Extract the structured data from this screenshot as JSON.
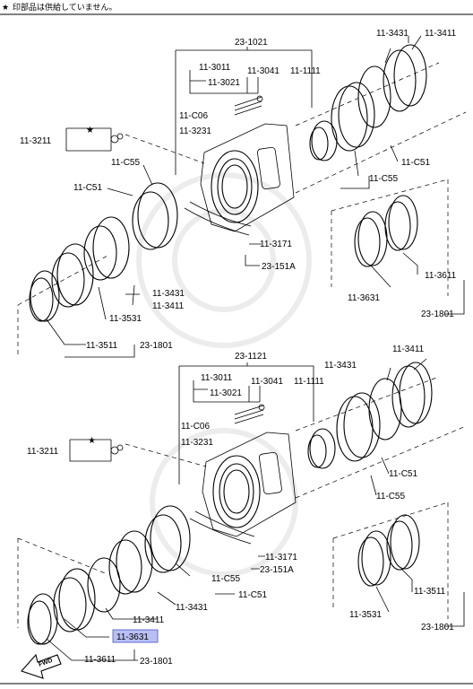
{
  "header": {
    "star_note": "印部品は供給していません。"
  },
  "colors": {
    "highlight_fill": "#b9bff2",
    "highlight_stroke": "#4a56c8",
    "rule": "#000000"
  },
  "upper": {
    "housing": "23-1021",
    "p3011": "11-3011",
    "p3041": "11-3041",
    "p3021": "11-3021",
    "p1111": "11-1111",
    "pC06": "11-C06",
    "p3231": "11-3231",
    "p3211": "11-3211",
    "pC55_left": "11-C55",
    "pC51_left": "11-C51",
    "p3171": "11-3171",
    "p151A": "23-151A",
    "p3431_left": "11-3431",
    "p3411_left": "11-3411",
    "p3531": "11-3531",
    "p3511": "11-3511",
    "p1801_left": "23-1801",
    "p3431_right": "11-3431",
    "p3411_right": "11-3411",
    "pC51_right": "11-C51",
    "pC55_right": "11-C55",
    "p3611": "11-3611",
    "p3631": "11-3631",
    "p1801_right": "23-1801"
  },
  "lower": {
    "housing": "23-1121",
    "p3011": "11-3011",
    "p3041": "11-3041",
    "p3021": "11-3021",
    "p1111": "11-1111",
    "pC06": "11-C06",
    "p3231": "11-3231",
    "p3211": "11-3211",
    "p3411_top": "11-3411",
    "p3431_top": "11-3431",
    "pC51_right": "11-C51",
    "pC55_right": "11-C55",
    "p3171": "11-3171",
    "pC55_left": "11-C55",
    "p151A": "23-151A",
    "pC51_left": "11-C51",
    "p3431_left": "11-3431",
    "p3411_left": "11-3411",
    "p3631": "11-3631",
    "p3611": "11-3611",
    "p1801_left": "23-1801",
    "p3511": "11-3511",
    "p3531": "11-3531",
    "p1801_right": "23-1801"
  },
  "fwd_label": "FWD"
}
